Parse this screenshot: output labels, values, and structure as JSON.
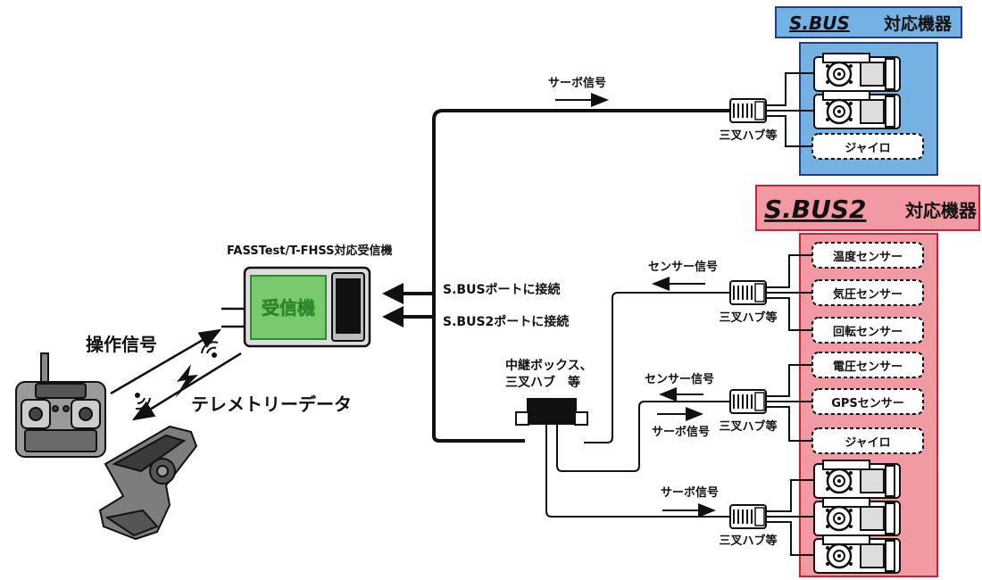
{
  "sbus_group": {
    "logo": "S.BUS",
    "title": "対応機器",
    "fill": "#74b2e4",
    "border": "#1f3c8f",
    "items": [
      "ジャイロ"
    ]
  },
  "sbus2_group": {
    "logo": "S.BUS2",
    "title": "対応機器",
    "fill": "#f29aa4",
    "border": "#d11f35",
    "sensors_top": [
      "温度センサー",
      "気圧センサー",
      "回転センサー"
    ],
    "sensors_mid": [
      "電圧センサー",
      "GPSセンサー",
      "ジャイロ"
    ]
  },
  "receiver": {
    "caption": "FASSTest/T-FHSS対応受信機",
    "label": "受信機",
    "label_fill": "#7bc96f",
    "label_border": "#2f8a2f"
  },
  "ports": {
    "sbus": "S.BUSポートに接続",
    "sbus2": "S.BUS2ポートに接続"
  },
  "relay_box": {
    "line1": "中継ボックス、",
    "line2": "三叉ハブ　等"
  },
  "signals": {
    "servo": "サーボ信号",
    "sensor": "センサー信号",
    "operation": "操作信号",
    "telemetry": "テレメトリーデータ"
  },
  "hub_label": "三叉ハブ等"
}
